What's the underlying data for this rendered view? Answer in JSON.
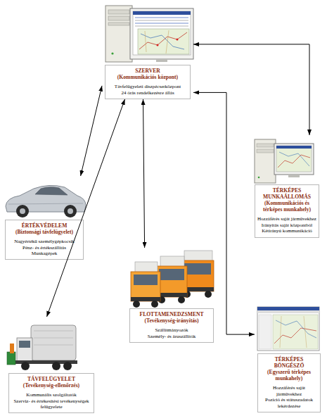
{
  "diagram": {
    "nodes": [
      {
        "text": [
          "SZERVER",
          "(Kommunikációs központ)",
          "Távfelügyeleti diszpécserközpont",
          "24 órás rendelkezésre állás"
        ]
      },
      {
        "text": [
          "TÉRKÉPES MUNKAÁLLOMÁS",
          "(Kommunikációs és térképes munkahely)",
          "Hozzáférés saját járművekhez",
          "Irányítás saját központból",
          "Kétirányú kommunikáció"
        ]
      },
      {
        "text": [
          "ÉRTÉKVÉDELEM",
          "(Biztonsági távfelügyelet)",
          "Nagyértékű személygépkocsik",
          "Pénz- és értékszállítás",
          "Munkagépek"
        ]
      },
      {
        "text": [
          "FLOTTAMENEDZSMENT",
          "(Tevékenység-irányítás)",
          "Szállítmányozók",
          "Személy- és áruszállítók"
        ]
      },
      {
        "text": [
          "TÁVFELÜGYELET",
          "(Tevékenység-ellenőrzés)",
          "Kommunális szolgáltatók",
          "Szerviz- és értékesítési tevékenységek felügyelete"
        ]
      },
      {
        "text": [
          "TÉRKÉPES BÖNGÉSZŐ",
          "(Egyszerű térképes munkahely)",
          "Hozzáférés saját járművekhez",
          "Pozíció és státuszadatok lekérdezése"
        ]
      }
    ],
    "edges": [
      {
        "from": 0,
        "to": 1,
        "arrow": "both"
      },
      {
        "from": 0,
        "to": 2,
        "arrow": "both"
      },
      {
        "from": 0,
        "to": 3,
        "arrow": "both"
      },
      {
        "from": 0,
        "to": 4,
        "arrow": "both"
      },
      {
        "from": 0,
        "to": 5,
        "arrow": "both"
      }
    ]
  }
}
